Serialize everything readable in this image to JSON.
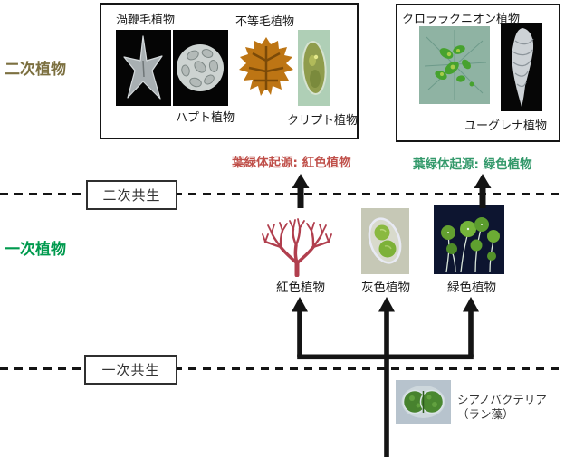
{
  "side_labels": {
    "secondary_plants": "二次植物",
    "primary_plants": "一次植物"
  },
  "symbiosis": {
    "secondary": "二次共生",
    "primary": "一次共生"
  },
  "origin_labels": {
    "red": "葉緑体起源: 紅色植物",
    "green": "葉緑体起源: 緑色植物"
  },
  "secondary_group_red": {
    "dinoflagellate": "渦鞭毛植物",
    "heterokont": "不等毛植物",
    "haptophyte": "ハプト植物",
    "cryptophyte": "クリプト植物"
  },
  "secondary_group_green": {
    "chlorarachniophyte": "クロララクニオン植物",
    "euglenophyte": "ユーグレナ植物"
  },
  "primary_plants": {
    "red": "紅色植物",
    "glaucophyte": "灰色植物",
    "green": "緑色植物"
  },
  "cyanobacteria": {
    "line1": "シアノバクテリア",
    "line2": "（ラン藻）"
  },
  "colors": {
    "secondary_label": "#7c7040",
    "primary_label": "#009a4e",
    "origin_red": "#c0504a",
    "origin_green": "#33996b",
    "line_black": "#141414"
  }
}
